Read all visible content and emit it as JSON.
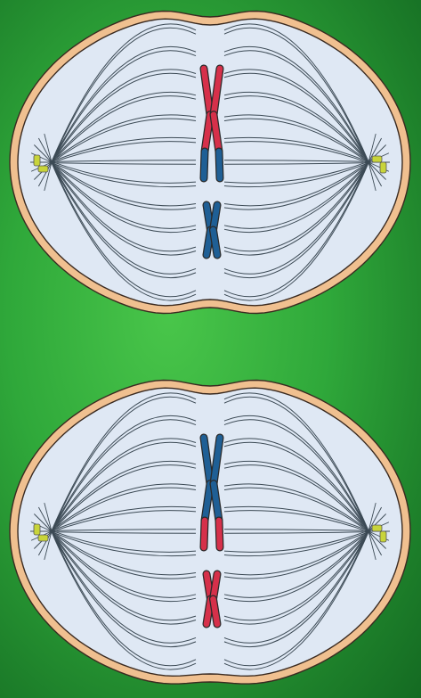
{
  "colors": {
    "background": "#2fa83a",
    "membrane_outer": "#f0c090",
    "membrane_inner": "#e9a876",
    "cytoplasm": "#dfe8f4",
    "spindle_fiber": "#3c4a55",
    "centriole": "#c8d43a",
    "chromosome_red": "#d6304a",
    "chromosome_blue": "#1f5f95"
  },
  "cells": [
    {
      "name": "top-cell",
      "centrioles": [
        "left",
        "right"
      ],
      "large_chromosome": {
        "primary_color": "red",
        "arm_tip_color": "blue"
      },
      "small_chromosome": {
        "primary_color": "blue"
      }
    },
    {
      "name": "bottom-cell",
      "centrioles": [
        "left",
        "right"
      ],
      "large_chromosome": {
        "primary_color": "blue",
        "arm_tip_color": "red"
      },
      "small_chromosome": {
        "primary_color": "red"
      }
    }
  ]
}
